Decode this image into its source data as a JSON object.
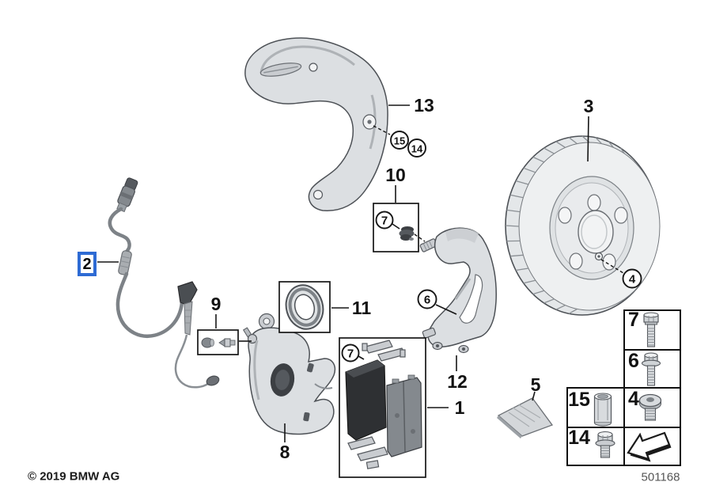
{
  "colors": {
    "highlight": "#2e6bd4"
  },
  "callouts": {
    "pads": "1",
    "sensor": "2",
    "disc": "3",
    "disc_bolt": "4",
    "grease_bag": "5",
    "carrier_bolt": "6",
    "guide_pin_cap": "7",
    "pads_hardware": "7",
    "caliper": "8",
    "bleeder_kit": "9",
    "guide_pin_kit": "10",
    "piston_seal": "11",
    "carrier": "12",
    "dust_shield": "13",
    "shield_screw": "14",
    "shield_sleeve": "15"
  },
  "legend": {
    "rows_right": [
      {
        "label": "7",
        "icon": "hex-bolt-icon"
      },
      {
        "label": "6",
        "icon": "flange-bolt-icon"
      },
      {
        "label": "4",
        "icon": "countersunk-bolt-icon"
      },
      {
        "label": "",
        "icon": "direction-arrow-icon"
      }
    ],
    "rows_left": [
      {
        "label": "15",
        "icon": "sleeve-icon"
      },
      {
        "label": "14",
        "icon": "flange-screw-icon"
      }
    ]
  },
  "footer": {
    "copyright": "© 2019 BMW AG",
    "sheet_number": "501168"
  }
}
